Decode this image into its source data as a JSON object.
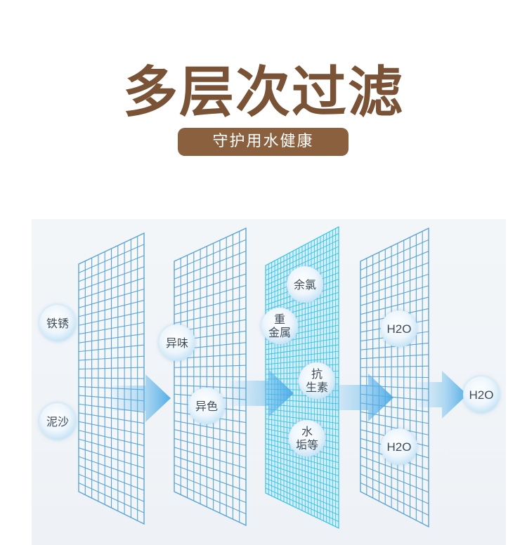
{
  "header": {
    "title": "多层次过滤",
    "subtitle": "守护用水健康"
  },
  "colors": {
    "title": "#7a5235",
    "badge": "#8a603f",
    "grid": "#5aa3d6",
    "grid_dense": "#33c3e8",
    "arrow": "#5fb6ea"
  },
  "layers": [
    {
      "name": "layer-1",
      "impurities": [
        "铁锈",
        "泥沙"
      ]
    },
    {
      "name": "layer-2",
      "impurities": [
        "异味",
        "异色"
      ]
    },
    {
      "name": "layer-3",
      "impurities": [
        "余氯",
        "重\n金属",
        "抗\n生素",
        "水\n垢等"
      ]
    },
    {
      "name": "layer-4",
      "impurities": [
        "H2O",
        "H2O"
      ]
    }
  ],
  "output": "H2O"
}
